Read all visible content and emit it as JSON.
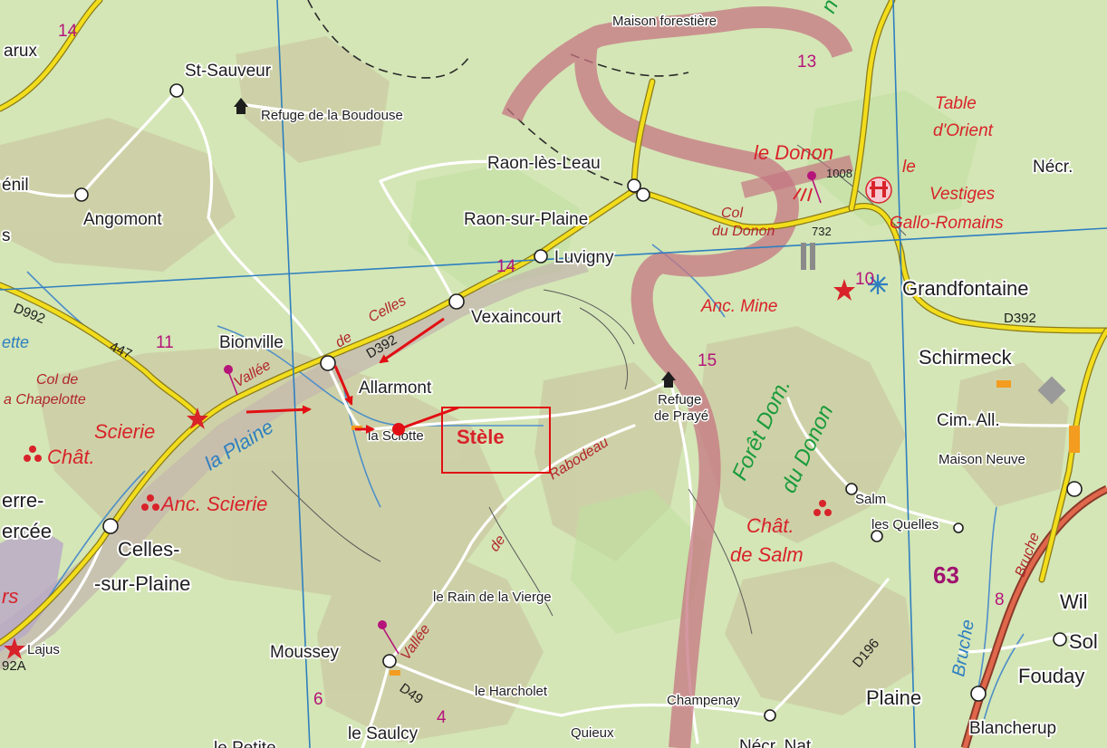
{
  "map": {
    "places": {
      "maison_forestiere": "Maison forestière",
      "st_sauveur": "St-Sauveur",
      "refuge_boudouse": "Refuge de la Boudouse",
      "raon_les_leau": "Raon-lès-Leau",
      "raon_sur_plaine": "Raon-sur-Plaine",
      "angomont": "Angomont",
      "enil": "énil",
      "arux": "arux",
      "s_edge": "s",
      "luvigny": "Luvigny",
      "vexaincourt": "Vexaincourt",
      "bionville": "Bionville",
      "allarmont": "Allarmont",
      "la_sciotte": "la Sciotte",
      "refuge_praye_1": "Refuge",
      "refuge_praye_2": "de Prayé",
      "grandfontaine": "Grandfontaine",
      "schirmeck": "Schirmeck",
      "necr": "Nécr.",
      "cim_all": "Cim. All.",
      "maison_neuve": "Maison Neuve",
      "salm": "Salm",
      "les_quelles": "les Quelles",
      "celles_1": "Celles-",
      "celles_2": "-sur-Plaine",
      "pierre_1": "erre-",
      "pierre_2": "ercée",
      "le_rain": "le Rain de la Vierge",
      "moussey": "Moussey",
      "lajus": "Lajus",
      "le_harcholet": "le Harcholet",
      "champenay": "Champenay",
      "plaine": "Plaine",
      "quieux": "Quieux",
      "le_saulcy": "le Saulcy",
      "le_petite": "le Petite",
      "wil": "Wil",
      "sol": "Sol",
      "fouday": "Fouday",
      "blancherupt": "Blancherup",
      "necr_nat": "Nécr. Nat"
    },
    "red_labels": {
      "table_1": "Table",
      "table_2": "d'Orient",
      "donon": "le Donon",
      "donon_le": "le",
      "vestiges_1": "Vestiges",
      "vestiges_2": "Gallo-Romains",
      "col_donon_1": "Col",
      "col_donon_2": "du Donon",
      "anc_mine": "Anc. Mine",
      "col_chapelotte_1": "Col de",
      "col_chapelotte_2": "a Chapelotte",
      "scierie": "Scierie",
      "chat": "Chât.",
      "anc_scierie": "Anc. Scierie",
      "chat_salm_1": "Chât.",
      "chat_salm_2": "de Salm",
      "vallee_celles_1": "Vallée",
      "vallee_celles_2": "de",
      "vallee_celles_3": "Celles",
      "vallee_rabodeau_1": "Vallée",
      "vallee_rabodeau_2": "de",
      "vallee_rabodeau_3": "Rabodeau",
      "rs_partial": "rs",
      "bruche": "Bruche"
    },
    "blue_labels": {
      "la_plaine": "la Plaine",
      "ette": "ette",
      "bruche_river": "Bruche"
    },
    "green_labels": {
      "foret_1": "Forêt Dom.",
      "foret_2": "du Donon",
      "n_top": "n"
    },
    "roads": {
      "d392_west": "D992",
      "d392_center": "D392",
      "d392_east": "D392",
      "d196": "D196",
      "d49": "D49",
      "d392a": "92A",
      "r447": "447"
    },
    "elevations": {
      "e1008": "1008",
      "e732": "732"
    },
    "grid_numbers": {
      "n14_tl": "14",
      "n13": "13",
      "n14_c": "14",
      "n10": "10",
      "n11": "11",
      "n15": "15",
      "n6": "6",
      "n4": "4",
      "n8": "8",
      "n63": "63"
    },
    "annotation": {
      "stele_label": "Stèle"
    },
    "colors": {
      "base_green": "#d4e6b6",
      "relief": "#c9bf9b",
      "forest_border": "#c57682",
      "main_road": "#f2dd1c",
      "red_annotation": "#e10f13",
      "grid_blue": "#2f7fc0"
    }
  }
}
